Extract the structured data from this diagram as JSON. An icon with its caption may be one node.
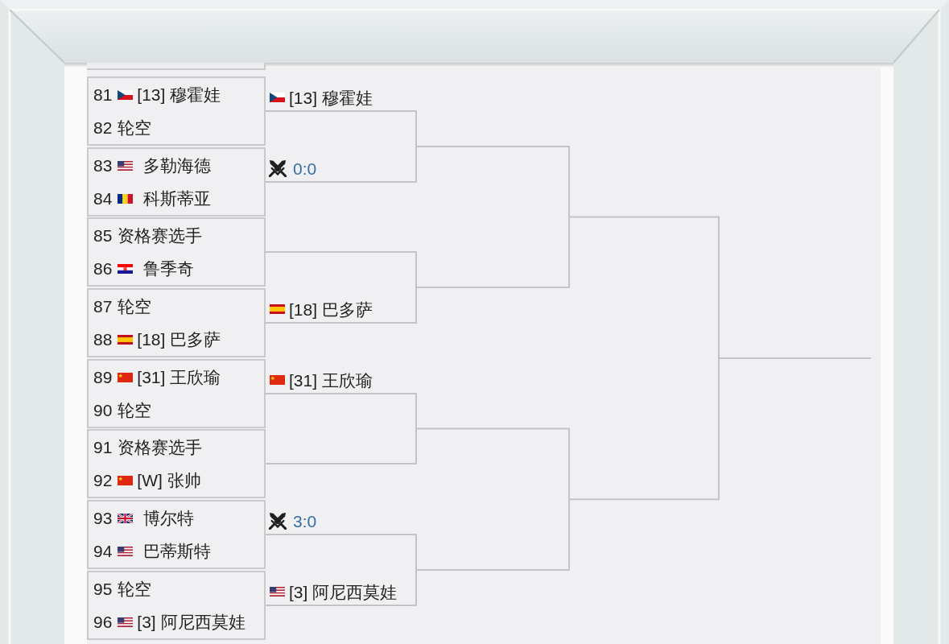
{
  "diagram": {
    "nodes": [
      {
        "text": [],
        "shape": "box"
      },
      {
        "text": [
          "81",
          "[13] 穆霍娃",
          "82",
          "轮空"
        ]
      },
      {
        "text": [
          "83",
          "多勒海德",
          "84",
          "科斯蒂亚"
        ]
      },
      {
        "text": [
          "85",
          "资格赛选手",
          "86",
          "鲁季奇"
        ]
      },
      {
        "text": [
          "87",
          "轮空",
          "88",
          "[18] 巴多萨"
        ]
      },
      {
        "text": [
          "89",
          "[31] 王欣瑜",
          "90",
          "轮空"
        ]
      },
      {
        "text": [
          "91",
          "资格赛选手",
          "92",
          "[W] 张帅"
        ]
      },
      {
        "text": [
          "93",
          "博尔特",
          "94",
          "巴蒂斯特"
        ]
      },
      {
        "text": [
          "95",
          "轮空",
          "96",
          "[3] 阿尼西莫娃"
        ]
      }
    ],
    "edges": [
      {
        "from": 1,
        "to": null,
        "arrow": "none",
        "label": "[13] 穆霍娃"
      },
      {
        "from": 2,
        "to": null,
        "arrow": "none",
        "label": "0:0"
      },
      {
        "from": 3,
        "to": null,
        "arrow": "none"
      },
      {
        "from": 4,
        "to": null,
        "arrow": "none",
        "label": "[18] 巴多萨"
      },
      {
        "from": 5,
        "to": null,
        "arrow": "none",
        "label": "[31] 王欣瑜"
      },
      {
        "from": 6,
        "to": null,
        "arrow": "none"
      },
      {
        "from": 7,
        "to": null,
        "arrow": "none",
        "label": "3:0"
      },
      {
        "from": 8,
        "to": null,
        "arrow": "none",
        "label": "[3] 阿尼西莫娃"
      }
    ]
  }
}
